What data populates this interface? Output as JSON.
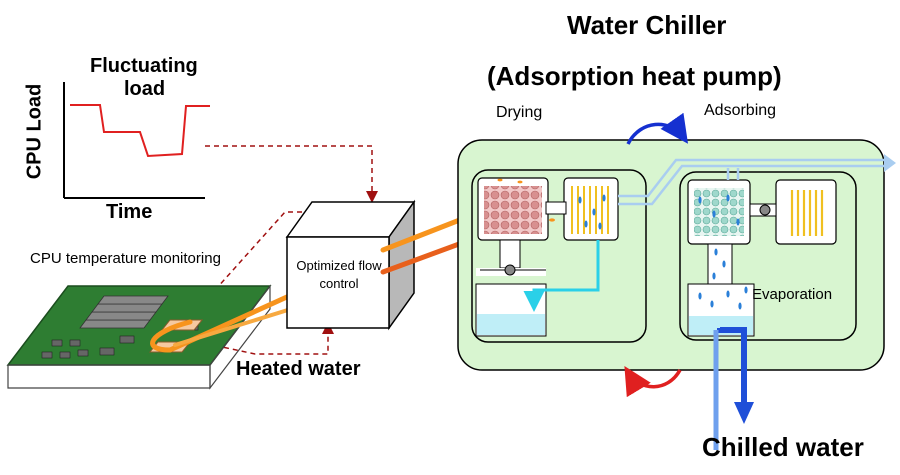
{
  "title": {
    "line1": "Water Chiller",
    "line2": "(Adsorption heat pump)"
  },
  "load_graph": {
    "title_line1": "Fluctuating",
    "title_line2": "load",
    "ylabel": "CPU Load",
    "xlabel": "Time",
    "line_color": "#e02020"
  },
  "labels": {
    "cpu_monitoring": "CPU temperature monitoring",
    "flow_control_line1": "Optimized flow",
    "flow_control_line2": "control",
    "heated_water": "Heated water",
    "drying": "Drying",
    "adsorbing": "Adsorbing",
    "evaporation": "Evaporation",
    "chilled_water": "Chilled water"
  },
  "colors": {
    "hot_pipe": "#f7941d",
    "hot_pipe_dark": "#e8601c",
    "cold_pipe": "#1f4fd8",
    "vapor_pipe": "#a9cdf0",
    "chiller_bg": "#d8f5d0",
    "pcb_green": "#2e7d32",
    "cycle_blue": "#1530d0",
    "cycle_red": "#e02020",
    "control_wire": "#c0392b"
  }
}
